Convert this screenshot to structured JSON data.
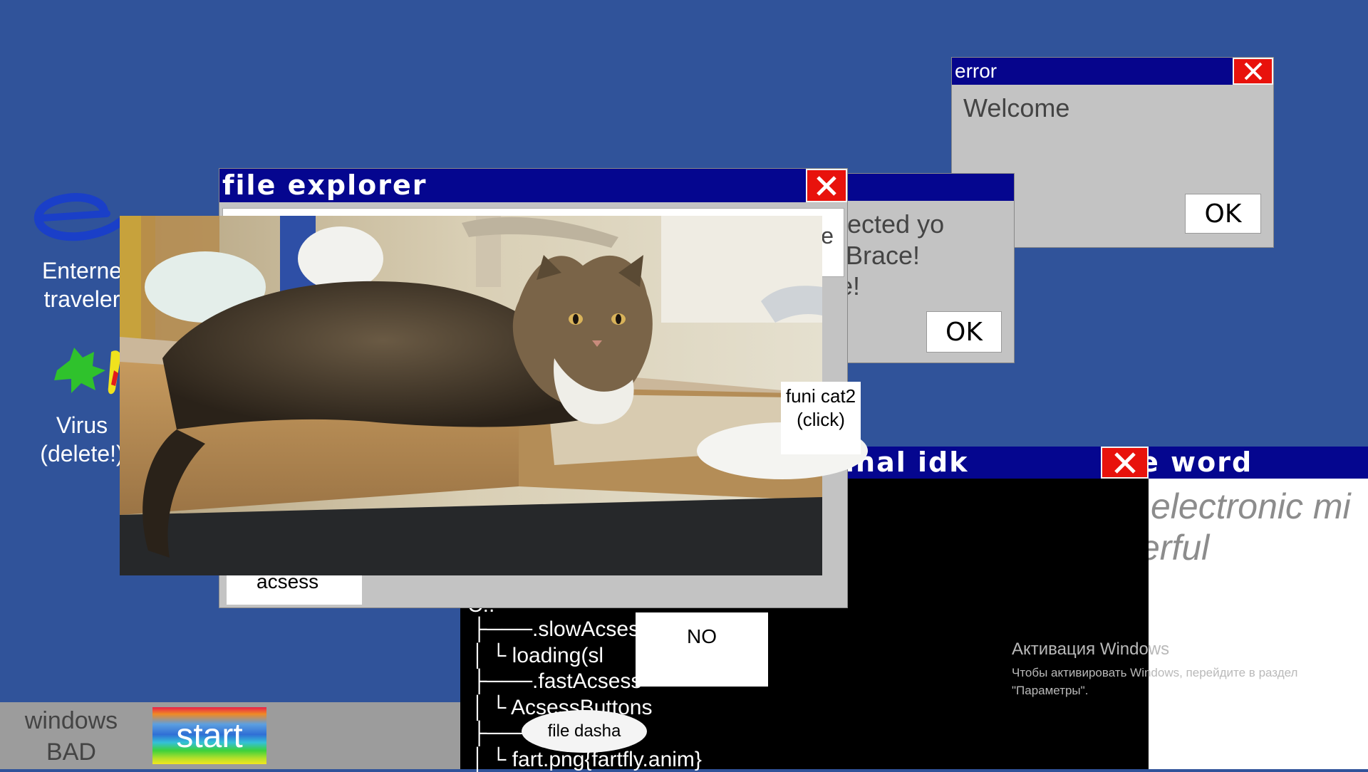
{
  "desktop": {
    "icons": [
      {
        "label_line1": "Enterne",
        "label_line2": "traveler"
      },
      {
        "label_line1": "Virus",
        "label_line2": "(delete!)"
      }
    ]
  },
  "error_dialog": {
    "title": "error",
    "message": "Welcome",
    "ok_label": "OK"
  },
  "infected_dialog": {
    "line1": "fected yo",
    "line2": "Brace!",
    "line3": "e!",
    "ok_label": "OK"
  },
  "file_explorer": {
    "title": "file explorer",
    "partial_char": "e",
    "acsess_label": "acsess"
  },
  "cat_picture": {
    "caption": "funi cat2 (click)"
  },
  "terminal": {
    "title_visible": "inal idk",
    "lines": [
      "C:.",
      "├───.slowAcsess",
      "│     └ loading(sl",
      "├───.fastAcsess",
      "│     └ AcsessButtons",
      "├───.",
      "│     └ fart.png{fartfly.anim}"
    ],
    "no_button_label": "NO",
    "file_dasha_label": "file dasha"
  },
  "word_window": {
    "title_visible": "e word",
    "line1": "electronic mi",
    "line2": "erful"
  },
  "taskbar": {
    "brand_line1": "windows",
    "brand_line2": "BAD",
    "start_label": "start"
  },
  "watermark": {
    "title": "Активация Windows",
    "line1": "Чтобы активировать Windows, перейдите в раздел",
    "line2": "\"Параметры\"."
  },
  "colors": {
    "desktop": "#30539a",
    "title_bar": "#05068f",
    "close_red": "#e8120c",
    "window_gray": "#c3c3c3"
  }
}
